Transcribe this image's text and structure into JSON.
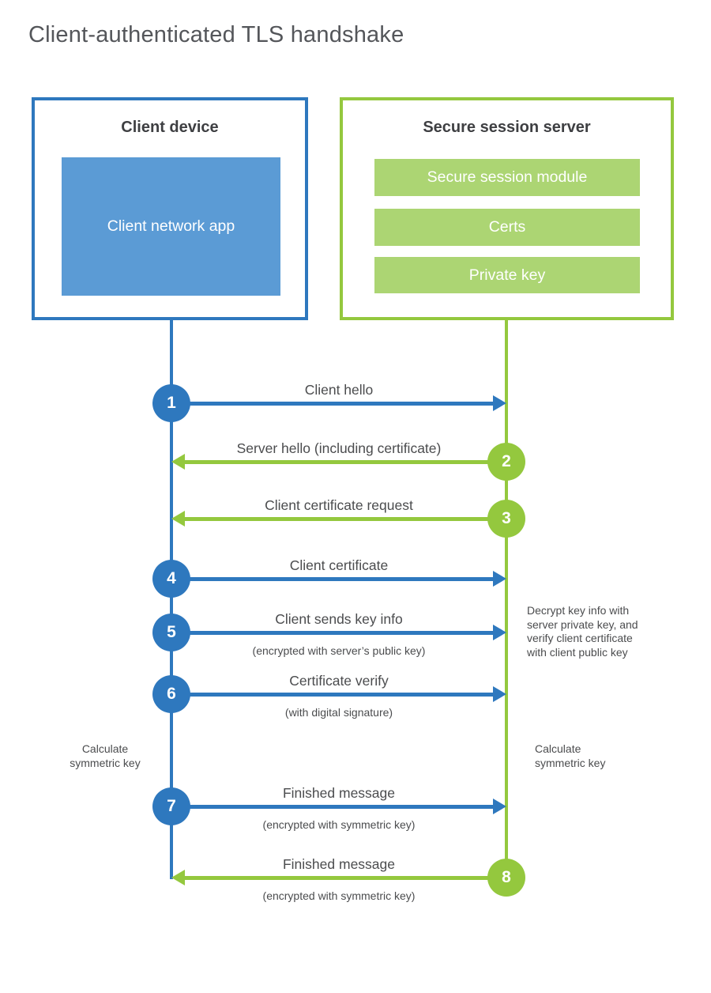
{
  "title": "Client-authenticated TLS handshake",
  "colors": {
    "blue": "#2e78be",
    "blue_light": "#5b9bd5",
    "green": "#94c83e",
    "green_light": "#acd573"
  },
  "client_box": {
    "title": "Client device",
    "app_label": "Client network app"
  },
  "server_box": {
    "title": "Secure session server",
    "modules": [
      "Secure session module",
      "Certs",
      "Private key"
    ]
  },
  "steps": [
    {
      "num": "1",
      "label": "Client hello",
      "direction": "right"
    },
    {
      "num": "2",
      "label": "Server hello (including certificate)",
      "direction": "left"
    },
    {
      "num": "3",
      "label": "Client certificate request",
      "direction": "left"
    },
    {
      "num": "4",
      "label": "Client certificate",
      "direction": "right"
    },
    {
      "num": "5",
      "label": "Client sends key info",
      "sublabel": "(encrypted with server’s public key)",
      "direction": "right"
    },
    {
      "num": "6",
      "label": "Certificate verify",
      "sublabel": "(with digital signature)",
      "direction": "right"
    },
    {
      "num": "7",
      "label": "Finished message",
      "sublabel": "(encrypted with symmetric key)",
      "direction": "right"
    },
    {
      "num": "8",
      "label": "Finished message",
      "sublabel": "(encrypted with symmetric key)",
      "direction": "left"
    }
  ],
  "notes": {
    "decrypt_lines": [
      "Decrypt key info with",
      "server private key, and",
      "verify client certificate",
      "with client public key"
    ],
    "calc_left_lines": [
      "Calculate",
      "symmetric key"
    ],
    "calc_right_lines": [
      "Calculate",
      "symmetric key"
    ]
  }
}
